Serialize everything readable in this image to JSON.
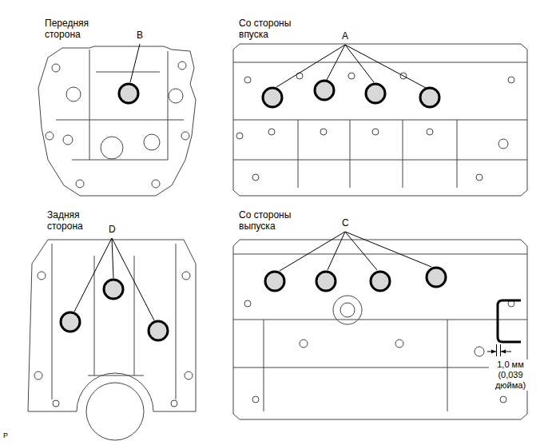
{
  "diagram": {
    "labels": [
      "Передняя сторона",
      "B",
      "Со стороны впуска",
      "A",
      "Задняя сторона",
      "D",
      "Со стороны выпуска",
      "C",
      "1,0 мм (0,039 дюйма)",
      "P"
    ]
  }
}
